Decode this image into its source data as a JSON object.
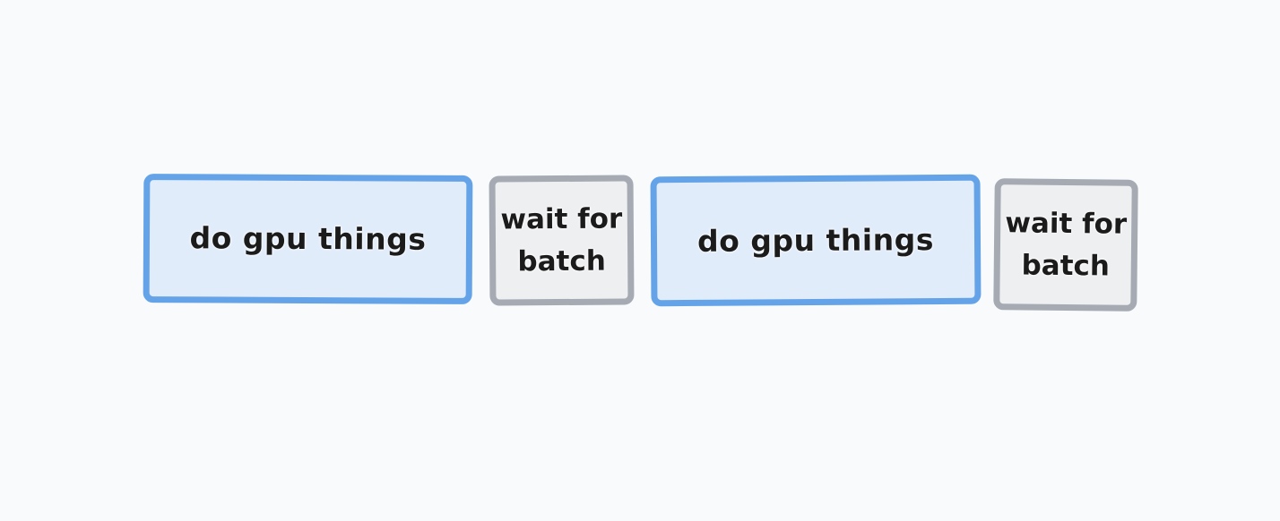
{
  "colors": {
    "background": "#f8fafc",
    "gpu_fill": "#e1ecfa",
    "gpu_stroke": "#65a3e8",
    "wait_fill": "#eeeff1",
    "wait_stroke": "#a6abb3",
    "text": "#1b1b1b"
  },
  "blocks": [
    {
      "label": "do gpu things"
    },
    {
      "label_line1": "wait for",
      "label_line2": "batch"
    },
    {
      "label": "do gpu things"
    },
    {
      "label_line1": "wait for",
      "label_line2": "batch"
    }
  ]
}
